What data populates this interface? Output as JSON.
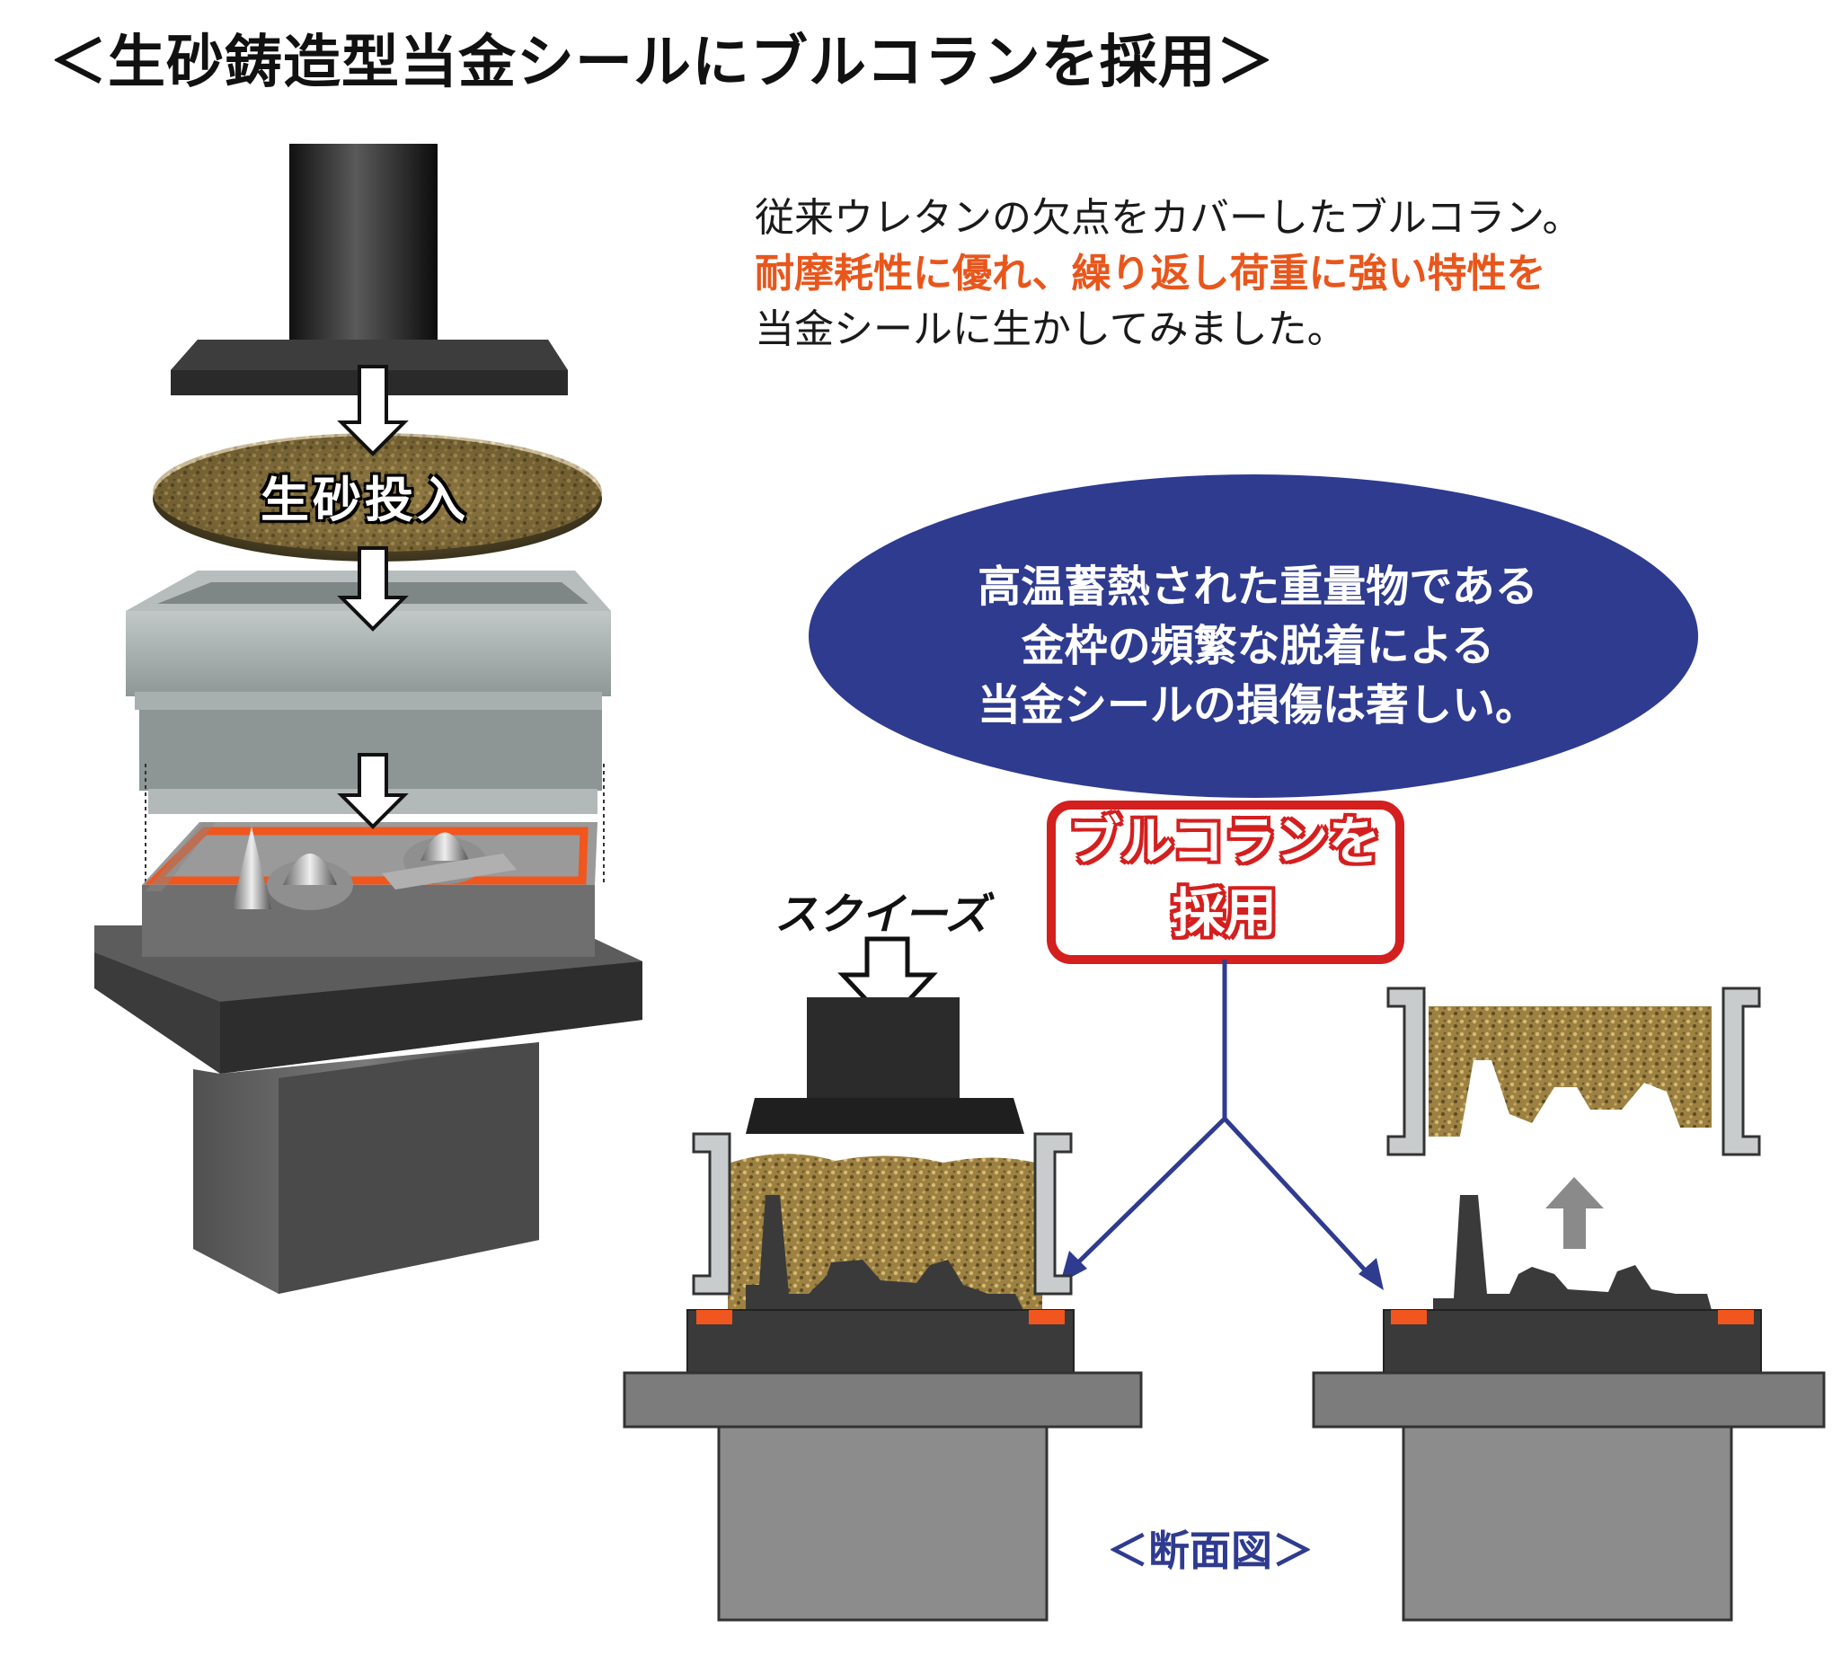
{
  "title": "＜生砂鋳造型当金シールにブルコランを採用＞",
  "intro": {
    "line1": "従来ウレタンの欠点をカバーしたブルコラン。",
    "line2": "耐摩耗性に優れ、繰り返し荷重に強い特性を",
    "line3": "当金シールに生かしてみました。"
  },
  "bubble": {
    "line1": "高温蓄熱された重量物である",
    "line2": "金枠の頻繁な脱着による",
    "line3": "当金シールの損傷は著しい。"
  },
  "labels": {
    "sand_input": "生砂投入",
    "squeeze": "スクイーズ",
    "adopt_line1": "ブルコランを",
    "adopt_line2": "採用",
    "section_view": "＜断面図＞"
  },
  "colors": {
    "highlight": "#e8561c",
    "bubble_fill": "#2e3b8f",
    "seal_orange": "#f0561e",
    "adopt_red": "#d41f1f",
    "sand": "#a48a45"
  }
}
